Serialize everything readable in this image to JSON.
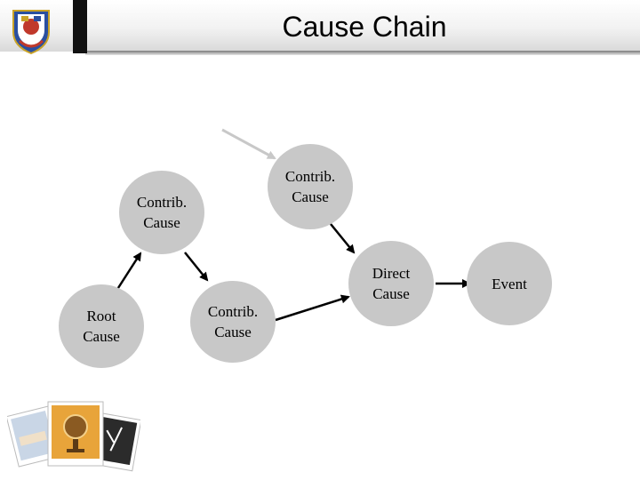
{
  "slide": {
    "title": "Cause Chain"
  },
  "nodes": [
    {
      "id": "root",
      "label": "Root\nCause"
    },
    {
      "id": "contrib-left",
      "label": "Contrib.\nCause"
    },
    {
      "id": "contrib-top",
      "label": "Contrib.\nCause"
    },
    {
      "id": "contrib-bottom",
      "label": "Contrib.\nCause"
    },
    {
      "id": "direct",
      "label": "Direct\nCause"
    },
    {
      "id": "event",
      "label": "Event"
    }
  ],
  "edges": [
    {
      "from": "root",
      "to": "contrib-left"
    },
    {
      "from": "contrib-left",
      "to": "contrib-bottom"
    },
    {
      "from": "contrib-bottom",
      "to": "direct"
    },
    {
      "from": "contrib-top",
      "to": "direct"
    },
    {
      "from": "direct",
      "to": "event"
    },
    {
      "from": "external",
      "to": "contrib-top",
      "style": "light"
    }
  ],
  "colors": {
    "node_fill": "#c8c8c8",
    "arrow": "#000000",
    "arrow_light": "#c8c8c8"
  },
  "icons": {
    "logo": "school-crest-icon",
    "decoration": "photo-stack-icon"
  }
}
